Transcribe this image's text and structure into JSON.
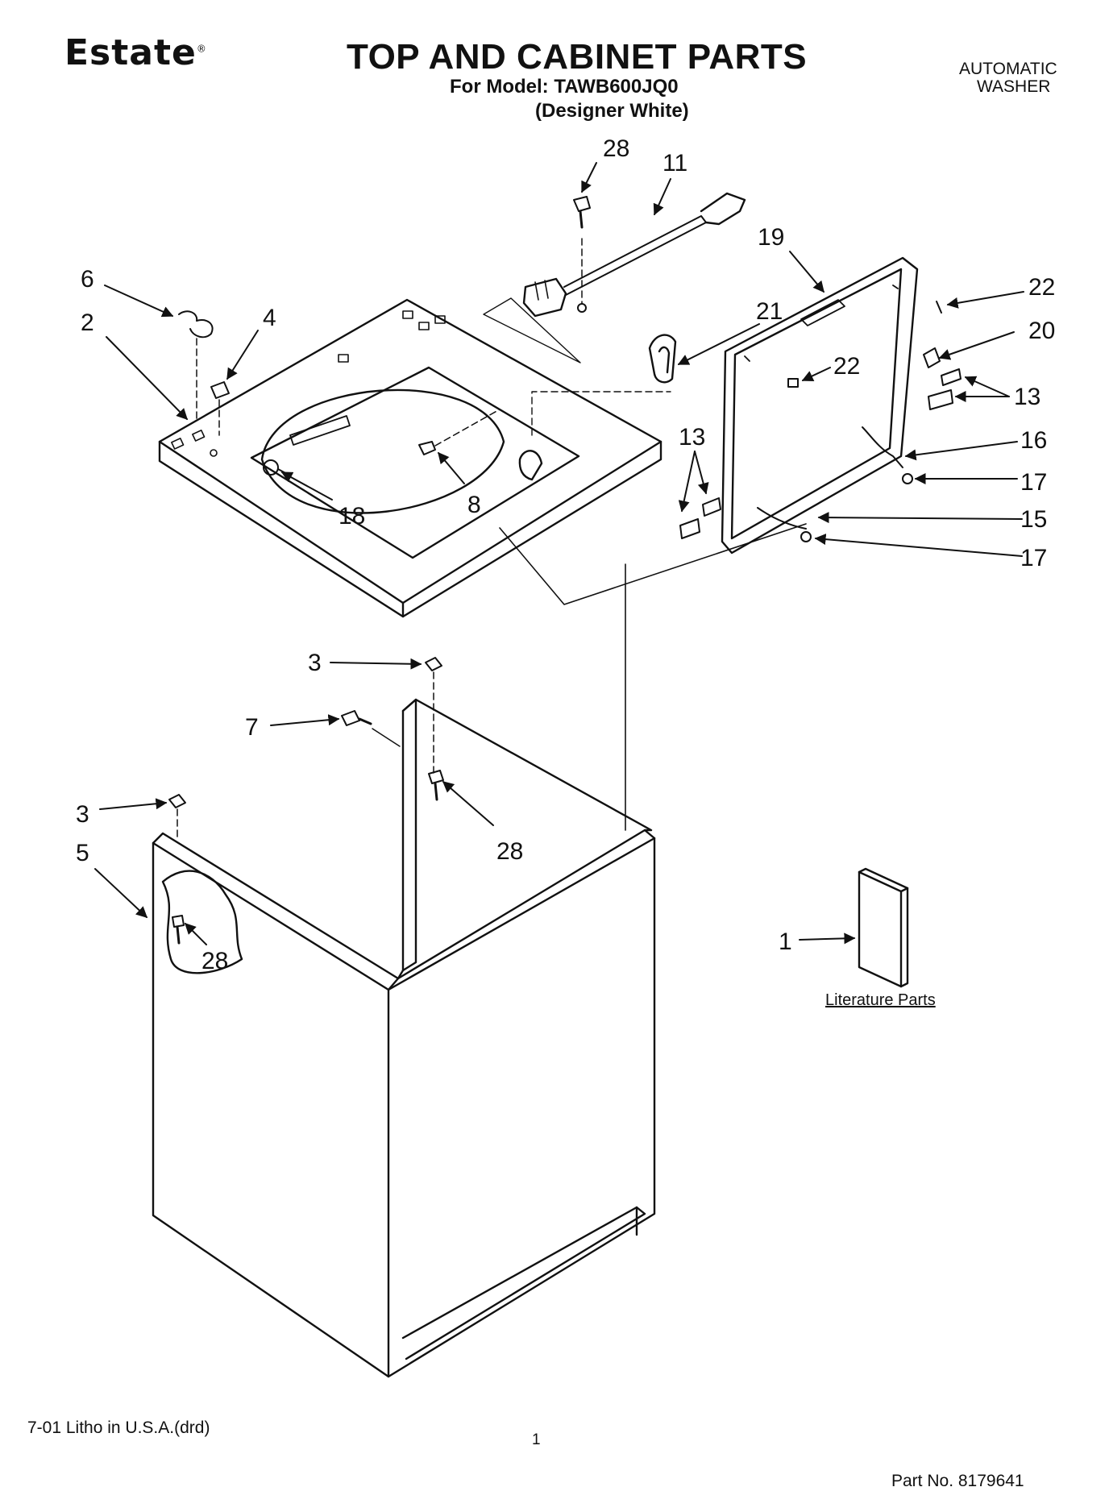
{
  "header": {
    "brand": "Estate",
    "title": "TOP AND CABINET PARTS",
    "model_line": "For Model: TAWB600JQ0",
    "variant": "(Designer White)",
    "product_type_line1": "AUTOMATIC",
    "product_type_line2": "WASHER"
  },
  "callouts": {
    "c28a": "28",
    "c11": "11",
    "c19": "19",
    "c22a": "22",
    "c6": "6",
    "c21": "21",
    "c20": "20",
    "c4": "4",
    "c2": "2",
    "c22b": "22",
    "c13a": "13",
    "c13b": "13",
    "c16": "16",
    "c17a": "17",
    "c18": "18",
    "c8": "8",
    "c15": "15",
    "c17b": "17",
    "c3a": "3",
    "c7": "7",
    "c3b": "3",
    "c28b": "28",
    "c5": "5",
    "c28c": "28",
    "c1": "1"
  },
  "literature_label": "Literature Parts",
  "footer": {
    "litho": "7-01 Litho in U.S.A.(drd)",
    "page": "1",
    "part_no": "Part No. 8179641"
  }
}
